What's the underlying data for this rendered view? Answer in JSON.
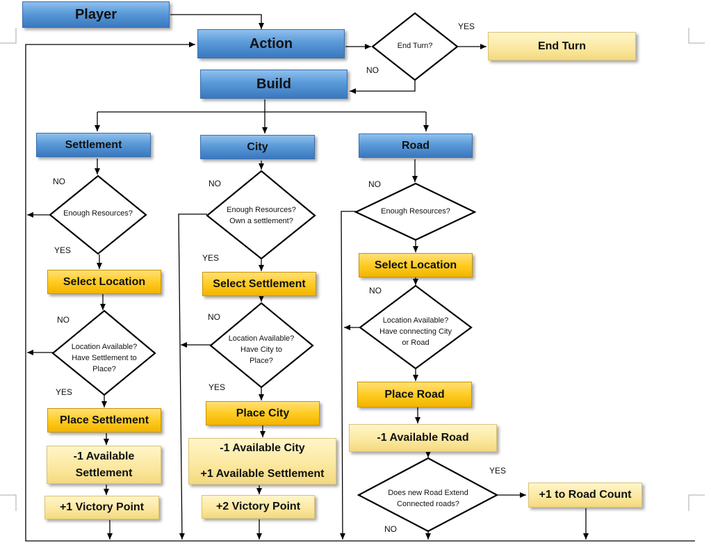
{
  "boxes": {
    "player": "Player",
    "action": "Action",
    "end_turn": "End Turn",
    "build": "Build",
    "settlement": "Settlement",
    "city": "City",
    "road": "Road",
    "select_location_s": "Select Location",
    "select_settlement": "Select Settlement",
    "select_location_r": "Select Location",
    "place_settlement": "Place Settlement",
    "place_city": "Place City",
    "place_road": "Place Road",
    "minus_settlement": "-1 Available\nSettlement",
    "minus_city": "-1 Available City",
    "plus_settlement": "+1 Available Settlement",
    "minus_road": "-1 Available Road",
    "vp1": "+1 Victory Point",
    "vp2": "+2 Victory Point",
    "road_count": "+1 to Road Count"
  },
  "decisions": {
    "end_turn_q": "End Turn?",
    "enough_s": "Enough Resources?",
    "enough_c": "Enough Resources?\nOwn a settlement?",
    "enough_r": "Enough Resources?",
    "loc_s": "Location Available?\nHave Settlement to\nPlace?",
    "loc_c": "Location Available?\nHave City to\nPlace?",
    "loc_r": "Location Available?\nHave connecting City\nor Road",
    "extend_r": "Does new Road Extend\nConnected roads?"
  },
  "labels": {
    "yes": "YES",
    "no": "NO"
  }
}
